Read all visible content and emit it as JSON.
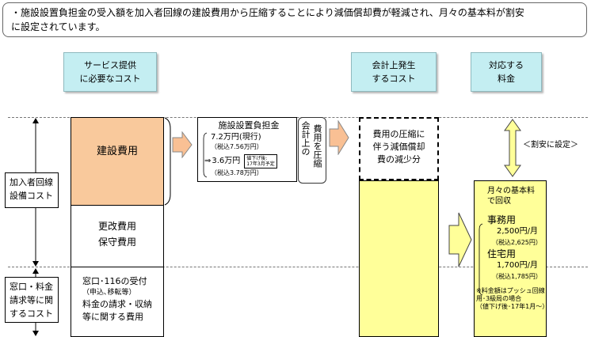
{
  "note": "・施設設置負担金の受入額を加入者回線の建設費用から圧縮することにより減価償却費が軽減され、月々の基本料が割安\nに設定されています。",
  "headers": {
    "service_cost": "サービス提供\nに必要なコスト",
    "accounting_cost": "会計上発生\nするコスト",
    "charge": "対応する\n料金"
  },
  "left_labels": {
    "subscriber_line": "加入者回線\n設備コスト",
    "counter": "窓口・料金\n請求等に関\nするコスト"
  },
  "cost_boxes": {
    "construction": "建設費用",
    "renewal": "更改費用\n保守費用",
    "counter_title": "窓口･116の受付",
    "counter_sub": "（申込､移転等）",
    "counter_body": "料金の請求・収納\n等に関する費用"
  },
  "fee_box": {
    "title": "施設設置負担金",
    "current": "7.2万円(現行)",
    "current_tax": "（税込7.56万円）",
    "arrow_glyph": "⇒",
    "new": "3.6万円",
    "new_note": "値下げ後:\n17年3月予定",
    "new_tax": "（税込3.78万円）"
  },
  "vertical_labels": {
    "accounting": "会計上の",
    "compression": "費用を圧縮"
  },
  "reduction_box": "費用の圧縮に\n伴う減価償却\n費の減少分",
  "discount_label": "＜割安に設定＞",
  "monthly": {
    "title": "月々の基本料\nで回収",
    "office_label": "事務用",
    "office_price": "2,500円/月",
    "office_tax": "（税込2,625円）",
    "home_label": "住宅用",
    "home_price": "1,700円/月",
    "home_tax": "（税込1,785円）",
    "footnote": "※料金額はプッシュ回線\n用･3級局の場合\n（値下げ後･17年1月～）"
  },
  "colors": {
    "header_bg": "#c4eef2",
    "construction_bg": "#f9c99c",
    "yellow_bg": "#ffff99",
    "arrow_orange": "#f9c094"
  },
  "icons": {
    "arrow_right": "block-arrow-right-icon",
    "double_arrow": "double-vertical-arrow-icon"
  }
}
